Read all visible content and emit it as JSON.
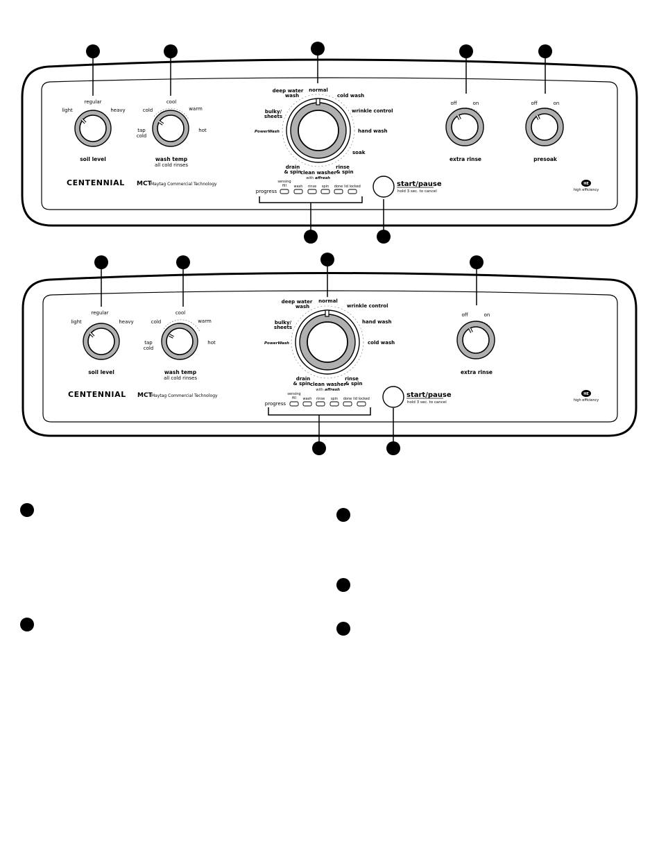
{
  "washer_top": {
    "soil_level": {
      "regular": "regular",
      "light": "light",
      "heavy": "heavy",
      "title": "soil level"
    },
    "wash_temp": {
      "cool": "cool",
      "cold": "cold",
      "warm": "warm",
      "tap": "tap",
      "tap_cold": "cold",
      "hot": "hot",
      "title": "wash temp",
      "subtitle": "all cold rinses"
    },
    "cycle": {
      "normal": "normal",
      "deep_water_1": "deep water",
      "deep_water_2": "wash",
      "cold_wash": "cold wash",
      "bulky_1": "bulky/",
      "bulky_2": "sheets",
      "wrinkle": "wrinkle control",
      "powerwash": "PowerWash",
      "hand_wash": "hand wash",
      "soak": "soak",
      "drain_1": "drain",
      "drain_2": "& spin",
      "rinse_1": "rinse",
      "rinse_2": "& spin",
      "clean_1": "clean washer",
      "clean_with": "with",
      "clean_brand": "affresh"
    },
    "extra_rinse": {
      "off": "off",
      "on": "on",
      "title": "extra rinse"
    },
    "presoak": {
      "off": "off",
      "on": "on",
      "title": "presoak"
    },
    "brand": "CENTENNIAL",
    "mct": "MCT",
    "mct_sub": "Maytag Commercial Technology",
    "progress": {
      "label": "progress",
      "sensing_1": "sensing",
      "sensing_2": "fill",
      "wash": "wash",
      "rinse": "rinse",
      "spin": "spin",
      "done": "done",
      "lid": "lid locked"
    },
    "start": "start/pause",
    "start_sub": "hold 3 sec. to cancel",
    "he_logo": "HE",
    "he_label": "high efficiency"
  },
  "washer_bottom": {
    "soil_level": {
      "regular": "regular",
      "light": "light",
      "heavy": "heavy",
      "title": "soil level"
    },
    "wash_temp": {
      "cool": "cool",
      "cold": "cold",
      "warm": "warm",
      "tap": "tap",
      "tap_cold": "cold",
      "hot": "hot",
      "title": "wash temp",
      "subtitle": "all cold rinses"
    },
    "cycle": {
      "normal": "normal",
      "deep_water_1": "deep water",
      "deep_water_2": "wash",
      "wrinkle": "wrinkle control",
      "bulky_1": "bulky/",
      "bulky_2": "sheets",
      "hand_wash": "hand wash",
      "powerwash": "PowerWash",
      "cold_wash": "cold wash",
      "drain_1": "drain",
      "drain_2": "& spin",
      "rinse_1": "rinse",
      "rinse_2": "& spin",
      "clean_1": "clean washer",
      "clean_with": "with",
      "clean_brand": "affresh"
    },
    "extra_rinse": {
      "off": "off",
      "on": "on",
      "title": "extra rinse"
    },
    "brand": "CENTENNIAL",
    "mct": "MCT",
    "mct_sub": "Maytag Commercial Technology",
    "progress": {
      "label": "progress",
      "sensing_1": "sensing",
      "sensing_2": "fill",
      "wash": "wash",
      "rinse": "rinse",
      "spin": "spin",
      "done": "done",
      "lid": "lid locked"
    },
    "start": "start/pause",
    "start_sub": "hold 3 sec. to cancel",
    "he_logo": "HE",
    "he_label": "high efficiency"
  }
}
